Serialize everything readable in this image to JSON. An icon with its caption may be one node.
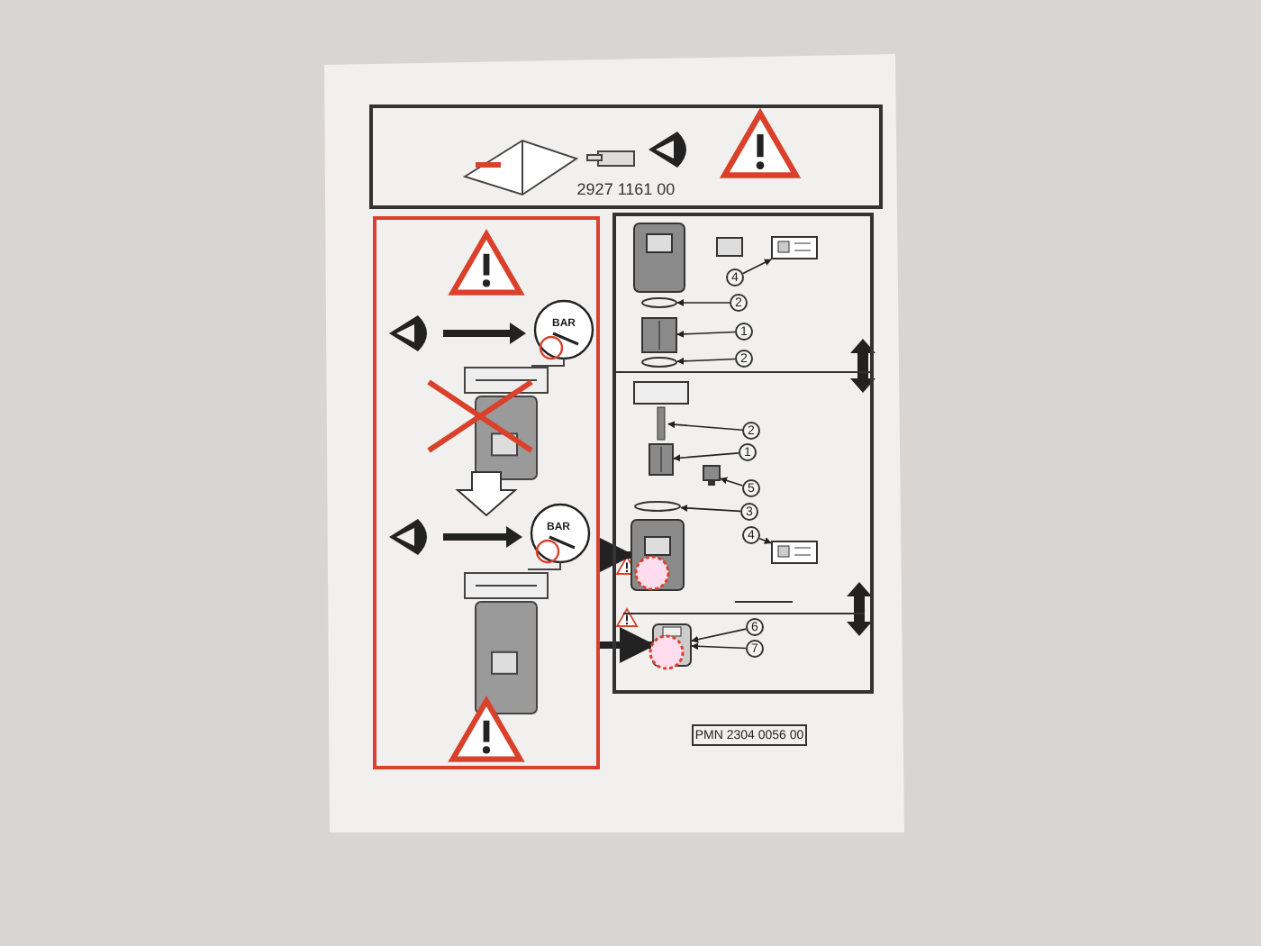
{
  "diagram": {
    "nodes": [
      {
        "text": [
          "2927 1161 00"
        ]
      },
      {
        "text": [],
        "shape": "box"
      },
      {
        "text": [],
        "shape": "box"
      },
      {
        "text": [
          "4"
        ],
        "in": 2
      },
      {
        "text": [
          "2"
        ],
        "in": 2
      },
      {
        "text": [
          "1"
        ],
        "in": 2
      },
      {
        "text": [
          "2"
        ],
        "in": 2
      },
      {
        "text": [
          "2"
        ],
        "in": 2
      },
      {
        "text": [
          "1"
        ],
        "in": 2
      },
      {
        "text": [
          "5"
        ],
        "in": 2
      },
      {
        "text": [
          "3"
        ],
        "in": 2
      },
      {
        "text": [
          "4"
        ],
        "in": 2
      },
      {
        "text": [
          "6"
        ],
        "in": 2
      },
      {
        "text": [
          "7"
        ],
        "in": 2
      },
      {
        "text": [
          "PMN 2304 0056 00"
        ]
      },
      {
        "text": [],
        "shape": "picture",
        "in": 2
      },
      {
        "text": [],
        "shape": "circle",
        "in": 2
      },
      {
        "text": [],
        "shape": "picture",
        "in": 2
      },
      {
        "text": [],
        "shape": "circle",
        "in": 2
      },
      {
        "text": [],
        "shape": "bar",
        "in": 2
      },
      {
        "text": [],
        "shape": "picture",
        "in": 2
      },
      {
        "text": [],
        "shape": "box",
        "in": 2
      },
      {
        "text": [],
        "shape": "circle",
        "in": 2
      },
      {
        "text": [],
        "shape": "picture",
        "in": 2
      },
      {
        "text": [],
        "shape": "picture",
        "in": 2
      },
      {
        "text": [],
        "shape": "picture",
        "in": 2
      }
    ],
    "edges": [
      {
        "from": 3,
        "to": 15,
        "arrow": "to"
      },
      {
        "from": 4,
        "to": 16,
        "arrow": "to"
      },
      {
        "from": 5,
        "to": 17,
        "arrow": "to"
      },
      {
        "from": 6,
        "to": 18,
        "arrow": "to"
      },
      {
        "from": 7,
        "to": 19,
        "arrow": "to"
      },
      {
        "from": 8,
        "to": 20,
        "arrow": "to"
      },
      {
        "from": 9,
        "to": 21,
        "arrow": "to"
      },
      {
        "from": 10,
        "to": 22,
        "arrow": "to"
      },
      {
        "from": 11,
        "to": 23,
        "arrow": "to"
      },
      {
        "from": 12,
        "to": 24,
        "arrow": "to"
      },
      {
        "from": 13,
        "to": 24,
        "arrow": "to"
      },
      {
        "from": 1,
        "to": 25,
        "arrow": "to",
        "style": "thick"
      },
      {
        "from": 1,
        "to": 24,
        "arrow": "to",
        "style": "thick"
      }
    ],
    "labels": [
      "BAR",
      "BAR"
    ]
  }
}
